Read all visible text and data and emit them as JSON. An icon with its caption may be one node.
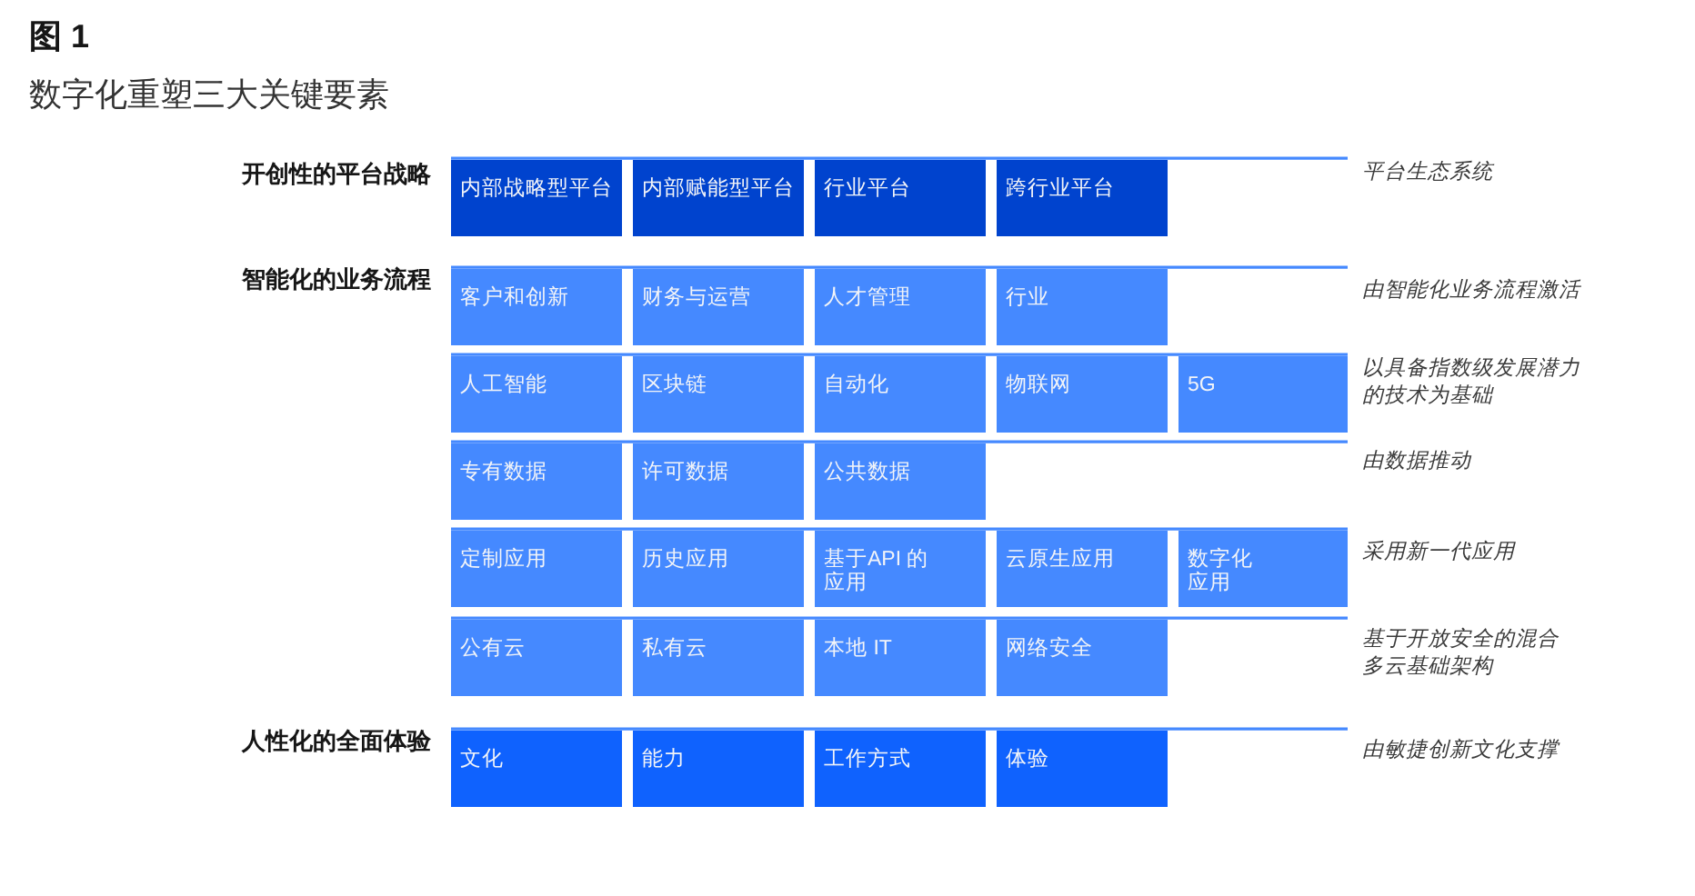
{
  "diagram": {
    "title": "数字化重塑三大关键要素",
    "nodes": [
      {
        "text": [
          "内部战略型平台"
        ]
      },
      {
        "text": [
          "内部赋能型平台"
        ]
      },
      {
        "text": [
          "行业平台"
        ]
      },
      {
        "text": [
          "跨行业平台"
        ]
      },
      {
        "text": [
          "客户和创新"
        ]
      },
      {
        "text": [
          "财务与运营"
        ]
      },
      {
        "text": [
          "人才管理"
        ]
      },
      {
        "text": [
          "行业"
        ]
      },
      {
        "text": [
          "人工智能"
        ]
      },
      {
        "text": [
          "区块链"
        ]
      },
      {
        "text": [
          "自动化"
        ]
      },
      {
        "text": [
          "物联网"
        ]
      },
      {
        "text": [
          "5G"
        ]
      },
      {
        "text": [
          "专有数据"
        ]
      },
      {
        "text": [
          "许可数据"
        ]
      },
      {
        "text": [
          "公共数据"
        ]
      },
      {
        "text": [
          "定制应用"
        ]
      },
      {
        "text": [
          "历史应用"
        ]
      },
      {
        "text": [
          "基于API 的应用"
        ]
      },
      {
        "text": [
          "云原生应用"
        ]
      },
      {
        "text": [
          "数字化应用"
        ]
      },
      {
        "text": [
          "公有云"
        ]
      },
      {
        "text": [
          "私有云"
        ]
      },
      {
        "text": [
          "本地 IT"
        ]
      },
      {
        "text": [
          "网络安全"
        ]
      },
      {
        "text": [
          "文化"
        ]
      },
      {
        "text": [
          "能力"
        ]
      },
      {
        "text": [
          "工作方式"
        ]
      },
      {
        "text": [
          "体验"
        ]
      }
    ],
    "labels": [
      "图 1",
      "开创性的平台战略",
      "平台生态系统",
      "智能化的业务流程",
      "由智能化业务流程激活",
      "以具备指数级发展潜力的技术为基础",
      "由数据推动",
      "采用新一代应用",
      "基于开放安全的混合多云基础架构",
      "人性化的全面体验",
      "由敏捷创新文化支撑"
    ]
  }
}
